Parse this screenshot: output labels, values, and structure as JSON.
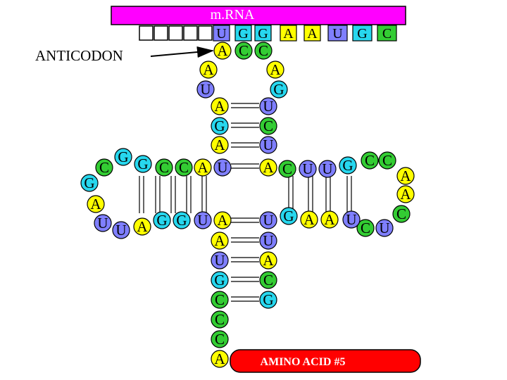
{
  "mrna": {
    "label": "m.RNA",
    "empty_slots": 5,
    "codons": [
      {
        "letter": "U",
        "fill": "#7f7fff"
      },
      {
        "letter": "G",
        "fill": "#27d7ee"
      },
      {
        "letter": "G",
        "fill": "#27d7ee"
      },
      {
        "letter": "A",
        "fill": "#ffff00"
      },
      {
        "letter": "A",
        "fill": "#ffff00"
      },
      {
        "letter": "U",
        "fill": "#7f7fff"
      },
      {
        "letter": "G",
        "fill": "#27d7ee"
      },
      {
        "letter": "C",
        "fill": "#33cc33"
      }
    ]
  },
  "anticodon_label": "ANTICODON",
  "amino_acid_label": "AMINO ACID #5",
  "colors": {
    "A": "#ffff00",
    "C": "#33cc33",
    "G": "#27d7ee",
    "U": "#7f7fff",
    "mrna_bar": "#ff00ff",
    "amino_acid": "#ff0000"
  },
  "nucleotides": [
    {
      "letter": "A"
    },
    {
      "letter": "C"
    },
    {
      "letter": "C"
    },
    {
      "letter": "A"
    },
    {
      "letter": "A"
    },
    {
      "letter": "U"
    },
    {
      "letter": "G"
    },
    {
      "letter": "A"
    },
    {
      "letter": "U"
    },
    {
      "letter": "G"
    },
    {
      "letter": "C"
    },
    {
      "letter": "A"
    },
    {
      "letter": "U"
    },
    {
      "letter": "C"
    },
    {
      "letter": "G"
    },
    {
      "letter": "G"
    },
    {
      "letter": "C"
    },
    {
      "letter": "C"
    },
    {
      "letter": "A"
    },
    {
      "letter": "U"
    },
    {
      "letter": "A"
    },
    {
      "letter": "C"
    },
    {
      "letter": "U"
    },
    {
      "letter": "U"
    },
    {
      "letter": "G"
    },
    {
      "letter": "C"
    },
    {
      "letter": "C"
    },
    {
      "letter": "G"
    },
    {
      "letter": "A"
    },
    {
      "letter": "U"
    },
    {
      "letter": "U"
    },
    {
      "letter": "A"
    },
    {
      "letter": "A"
    },
    {
      "letter": "A"
    },
    {
      "letter": "C"
    },
    {
      "letter": "U"
    },
    {
      "letter": "C"
    },
    {
      "letter": "G"
    },
    {
      "letter": "G"
    },
    {
      "letter": "U"
    },
    {
      "letter": "A"
    },
    {
      "letter": "U"
    },
    {
      "letter": "G"
    },
    {
      "letter": "A"
    },
    {
      "letter": "A"
    },
    {
      "letter": "U"
    },
    {
      "letter": "A"
    },
    {
      "letter": "U"
    },
    {
      "letter": "G"
    },
    {
      "letter": "C"
    },
    {
      "letter": "C"
    },
    {
      "letter": "C"
    },
    {
      "letter": "A"
    },
    {
      "letter": "U"
    },
    {
      "letter": "A"
    },
    {
      "letter": "C"
    },
    {
      "letter": "G"
    }
  ]
}
